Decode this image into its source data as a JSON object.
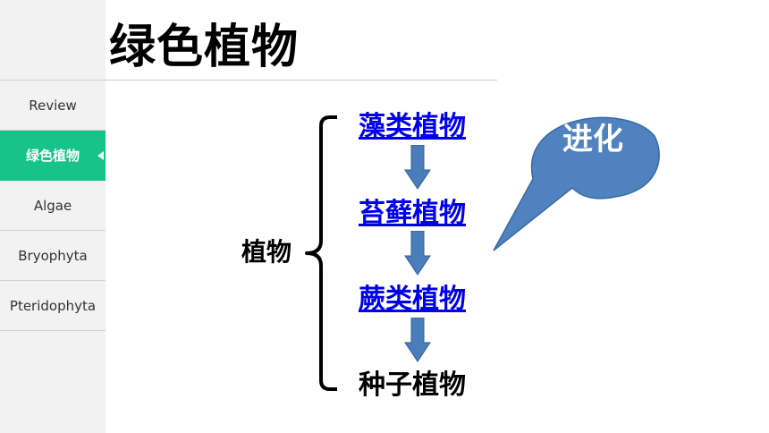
{
  "slide": {
    "title": "绿色植物"
  },
  "sidebar": {
    "items": [
      {
        "label": "Review",
        "active": false
      },
      {
        "label": "绿色植物",
        "active": true
      },
      {
        "label": "Algae",
        "active": false
      },
      {
        "label": "Bryophyta",
        "active": false
      },
      {
        "label": "Pteridophyta",
        "active": false
      }
    ]
  },
  "diagram": {
    "root": "植物",
    "nodes": [
      {
        "label": "藻类植物",
        "link": true
      },
      {
        "label": "苔藓植物",
        "link": true
      },
      {
        "label": "蕨类植物",
        "link": true
      },
      {
        "label": "种子植物",
        "link": false
      }
    ],
    "callout": "进化"
  },
  "colors": {
    "accent": "#16c389",
    "link": "#0000ee",
    "arrow_fill": "#4a7ebb",
    "callout_fill": "#5082c0"
  }
}
